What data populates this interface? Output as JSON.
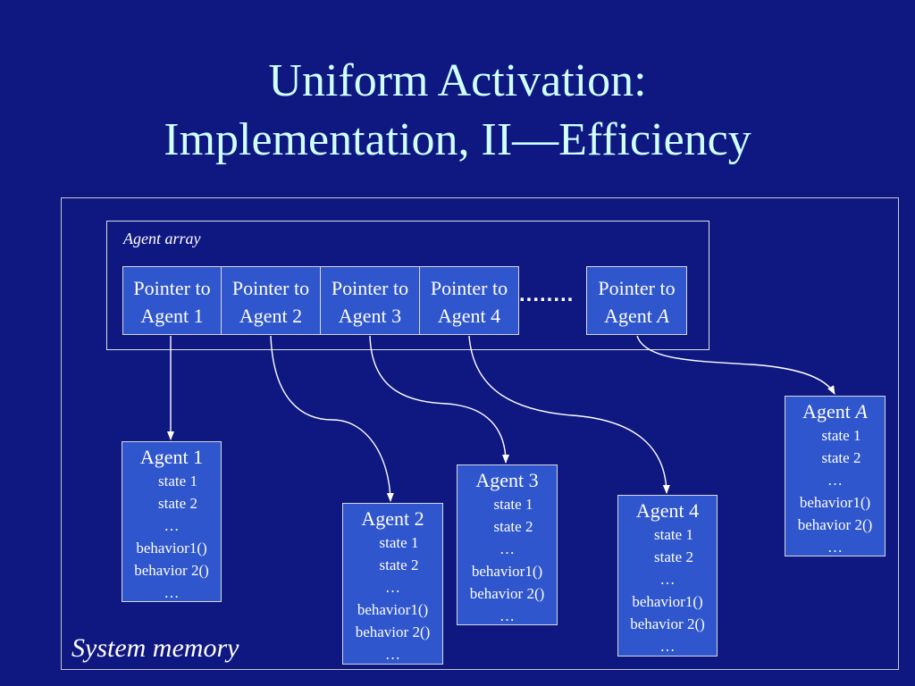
{
  "title": {
    "line1": "Uniform Activation:",
    "line2": "Implementation, II—Efficiency"
  },
  "system_memory_label": "System memory",
  "agent_array": {
    "label": "Agent array",
    "pointers": [
      {
        "line1": "Pointer to",
        "line2": "Agent 1"
      },
      {
        "line1": "Pointer to",
        "line2": "Agent 2"
      },
      {
        "line1": "Pointer to",
        "line2": "Agent 3"
      },
      {
        "line1": "Pointer to",
        "line2": "Agent 4"
      },
      {
        "line1": "Pointer to",
        "line2": "Agent ",
        "line2_italic": "A"
      }
    ],
    "ellipsis": "........"
  },
  "agents": [
    {
      "name": "Agent 1",
      "lines": [
        "state 1",
        "state 2",
        "…",
        "behavior1()",
        "behavior 2()",
        "…"
      ]
    },
    {
      "name": "Agent 2",
      "lines": [
        "state 1",
        "state 2",
        "…",
        "behavior1()",
        "behavior 2()",
        "…"
      ]
    },
    {
      "name": "Agent 3",
      "lines": [
        "state 1",
        "state 2",
        "…",
        "behavior1()",
        "behavior 2()",
        "…"
      ]
    },
    {
      "name": "Agent 4",
      "lines": [
        "state 1",
        "state 2",
        "…",
        "behavior1()",
        "behavior 2()",
        "…"
      ]
    },
    {
      "name": "Agent ",
      "name_italic": "A",
      "lines": [
        "state 1",
        "state 2",
        "…",
        "behavior1()",
        "behavior 2()",
        "…"
      ]
    }
  ],
  "colors": {
    "background": "#0f1781",
    "box_fill": "#2f56cc",
    "title": "#cfffff",
    "lines": "#ffffff"
  }
}
